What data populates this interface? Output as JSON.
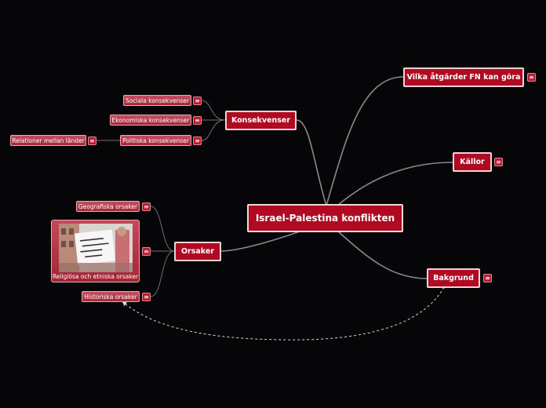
{
  "central": {
    "label": "Israel-Palestina konflikten"
  },
  "topics": {
    "actions": "Vilka åtgärder FN kan göra",
    "consequences": "Konsekvenser",
    "sources": "Källor",
    "causes": "Orsaker",
    "background": "Bakgrund"
  },
  "consequences_items": [
    "Sociala konsekvenser",
    "Ekonomiska konsekvenser",
    "Politiska konsekvenser"
  ],
  "politics_child": "Relationer mellan länder",
  "causes_items": {
    "geo": "Geografiska orsaker",
    "religion": "Religiösa och etniska orsaker",
    "history": "Historiska orsaker"
  },
  "icons": {
    "note": "note-icon",
    "photo": "protest-sign-image"
  },
  "colors": {
    "node": "#b00a22",
    "border": "#f1d2d7",
    "link": "#8a8a8a",
    "background": "#060609"
  }
}
